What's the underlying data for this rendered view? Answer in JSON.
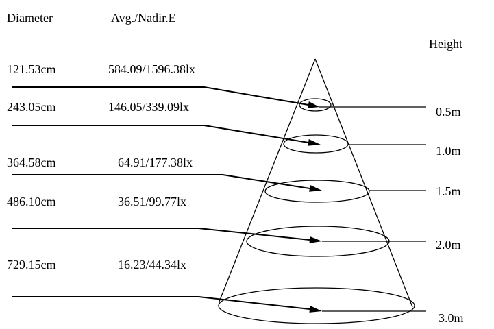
{
  "headers": {
    "diameter": "Diameter",
    "illuminance": "Avg./Nadir.E",
    "height": "Height"
  },
  "rows": [
    {
      "diameter": "121.53cm",
      "illuminance": "584.09/1596.38lx",
      "height": "0.5m"
    },
    {
      "diameter": "243.05cm",
      "illuminance": "146.05/339.09lx",
      "height": "1.0m"
    },
    {
      "diameter": "364.58cm",
      "illuminance": "64.91/177.38lx",
      "height": "1.5m"
    },
    {
      "diameter": "486.10cm",
      "illuminance": "36.51/99.77lx",
      "height": "2.0m"
    },
    {
      "diameter": "729.15cm",
      "illuminance": "16.23/44.34lx",
      "height": "3.0m"
    }
  ]
}
